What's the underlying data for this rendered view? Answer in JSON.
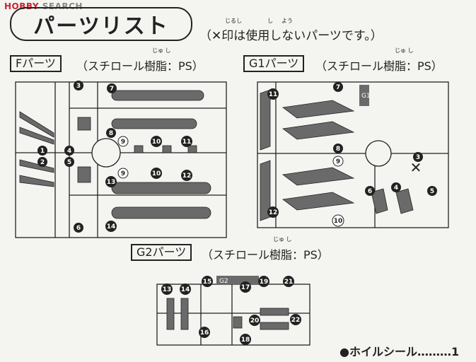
{
  "watermark": {
    "brand_red": "HOBBY",
    "brand_rest": " SEARCH"
  },
  "title": "パーツリスト",
  "note": "（✕印は使用しないパーツです。）",
  "note_ruby": [
    "じるし",
    "し",
    "よう"
  ],
  "sections": {
    "f": {
      "tag": "Fパーツ",
      "material": "（スチロール樹脂：PS）",
      "ruby": "じゅ し"
    },
    "g1": {
      "tag": "G1パーツ",
      "material": "（スチロール樹脂：PS）",
      "ruby": "じゅ し",
      "frame_label": "G1"
    },
    "g2": {
      "tag": "G2パーツ",
      "material": "（スチロール樹脂：PS）",
      "ruby": "じゅ し",
      "frame_label": "G2"
    }
  },
  "part_numbers": {
    "f": [
      "1",
      "2",
      "3",
      "4",
      "5",
      "6",
      "7",
      "8",
      "9",
      "9",
      "10",
      "10",
      "11",
      "12",
      "13",
      "14"
    ],
    "g1": [
      "11",
      "7",
      "8",
      "9",
      "3",
      "4",
      "5",
      "6",
      "12",
      "10"
    ],
    "g2": [
      "13",
      "14",
      "15",
      "16",
      "17",
      "18",
      "19",
      "20",
      "21",
      "22"
    ]
  },
  "unused_mark": "✕",
  "footer": {
    "label": "●ホイルシール………1"
  },
  "colors": {
    "background": "#f4f4f1",
    "ink": "#222222",
    "part_fill": "#6a6a6a",
    "watermark_red": "#cc2233"
  }
}
